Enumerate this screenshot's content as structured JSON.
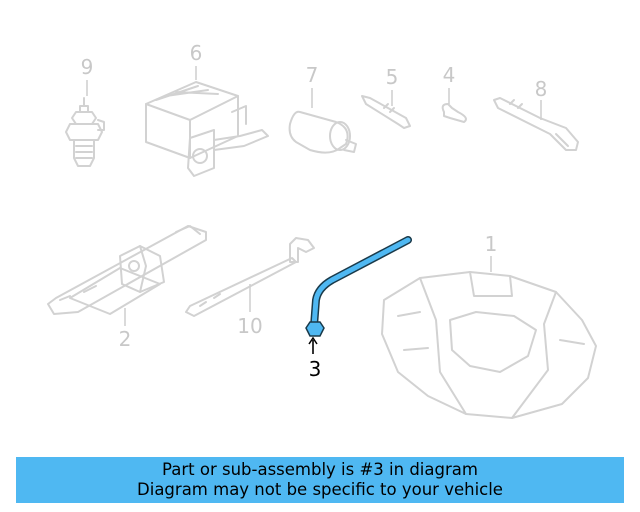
{
  "callouts": {
    "c1": "1",
    "c2": "2",
    "c3": "3",
    "c4": "4",
    "c5": "5",
    "c6": "6",
    "c7": "7",
    "c8": "8",
    "c9": "9",
    "c10": "10"
  },
  "highlighted_part": "3",
  "banner": {
    "line1": "Part or sub-assembly is #3 in diagram",
    "line2": "Diagram may not be specific to your vehicle"
  },
  "colors": {
    "highlight": "#4fb8f2",
    "ghost_part": "#d2d2d2",
    "banner_bg": "#4fb8f2"
  }
}
